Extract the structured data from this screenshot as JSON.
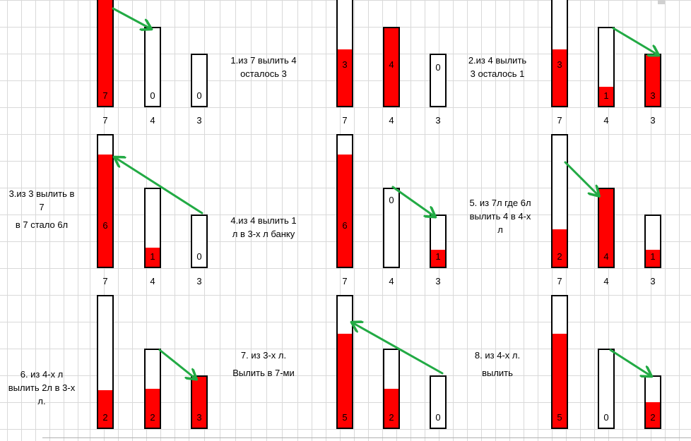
{
  "colors": {
    "water": "#ff0000",
    "arrow": "#22aa44",
    "jar_border": "#000000"
  },
  "capacities": [
    "7",
    "4",
    "3"
  ],
  "steps": [
    {
      "jars": [
        {
          "fill_fraction": 1.0,
          "label": "7"
        },
        {
          "fill_fraction": 0.0,
          "label": "0"
        },
        {
          "fill_fraction": 0.0,
          "label": "0"
        }
      ],
      "arrow": "jar1-to-jar2"
    },
    {
      "jars": [
        {
          "fill_fraction": 0.4286,
          "label": "3"
        },
        {
          "fill_fraction": 1.0,
          "label": "4"
        },
        {
          "fill_fraction": 0.0,
          "label": "0"
        }
      ],
      "arrow": ""
    },
    {
      "jars": [
        {
          "fill_fraction": 0.4286,
          "label": "3"
        },
        {
          "fill_fraction": 0.25,
          "label": "1"
        },
        {
          "fill_fraction": 1.0,
          "label": "3"
        }
      ],
      "arrow": "jar2-to-jar3"
    },
    {
      "jars": [
        {
          "fill_fraction": 0.8571,
          "label": "6"
        },
        {
          "fill_fraction": 0.25,
          "label": "1"
        },
        {
          "fill_fraction": 0.0,
          "label": "0"
        }
      ],
      "arrow": "jar3-to-jar1"
    },
    {
      "jars": [
        {
          "fill_fraction": 0.8571,
          "label": "6"
        },
        {
          "fill_fraction": 0.0,
          "label": "0"
        },
        {
          "fill_fraction": 0.3333,
          "label": "1"
        }
      ],
      "arrow": "jar2-to-jar3"
    },
    {
      "jars": [
        {
          "fill_fraction": 0.2857,
          "label": "2"
        },
        {
          "fill_fraction": 1.0,
          "label": "4"
        },
        {
          "fill_fraction": 0.3333,
          "label": "1"
        }
      ],
      "arrow": "jar1-to-jar2"
    },
    {
      "jars": [
        {
          "fill_fraction": 0.2857,
          "label": "2"
        },
        {
          "fill_fraction": 0.5,
          "label": "2"
        },
        {
          "fill_fraction": 1.0,
          "label": "3"
        }
      ],
      "arrow": "jar2-to-jar3"
    },
    {
      "jars": [
        {
          "fill_fraction": 0.7143,
          "label": "5"
        },
        {
          "fill_fraction": 0.5,
          "label": "2"
        },
        {
          "fill_fraction": 0.0,
          "label": "0"
        }
      ],
      "arrow": "jar3-to-jar1"
    },
    {
      "jars": [
        {
          "fill_fraction": 0.7143,
          "label": "5"
        },
        {
          "fill_fraction": 0.0,
          "label": "0"
        },
        {
          "fill_fraction": 0.5,
          "label": "2"
        }
      ],
      "arrow": "jar2-to-jar3"
    }
  ],
  "notes": [
    [
      "1.из 7 вылить 4",
      "осталось 3"
    ],
    [
      "2.из 4 вылить",
      "3 осталось 1"
    ],
    [
      "3.из 3 вылить в",
      "7",
      "в 7 стало 6л"
    ],
    [
      "4.из 4 вылить 1",
      "л в 3-х л банку"
    ],
    [
      "5. из 7л где 6л",
      "вылить 4 в 4-х",
      "л"
    ],
    [
      "6. из 4-х л",
      "вылить 2л в 3-х",
      "л."
    ],
    [
      "7. из 3-х л.",
      "Вылить в 7-ми"
    ],
    [
      "8. из 4-х л.",
      "вылить"
    ]
  ]
}
